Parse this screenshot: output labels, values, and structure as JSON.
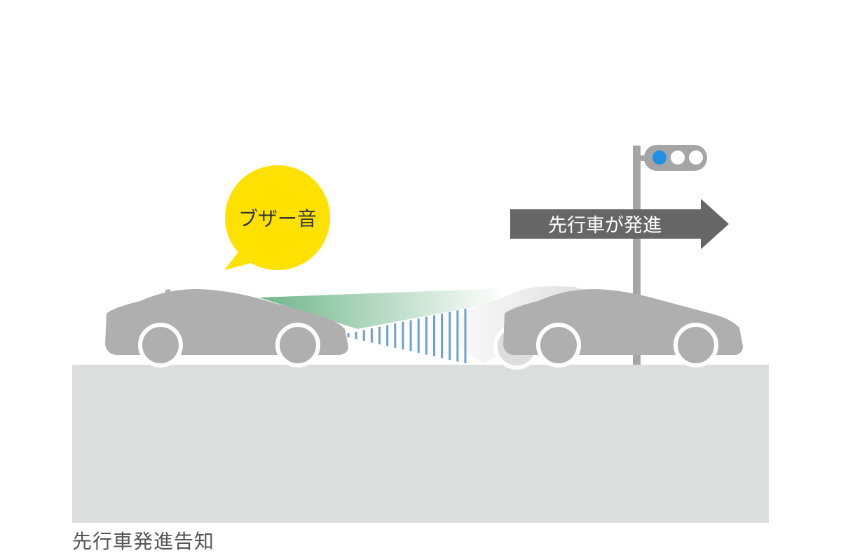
{
  "bubble": {
    "text": "ブザー音",
    "color": "#ffe100"
  },
  "arrow": {
    "text": "先行車が発進",
    "color": "#666666"
  },
  "traffic_light": {
    "lit_color": "#1e90e6",
    "lamps": [
      "blue-lit",
      "off",
      "off"
    ]
  },
  "caption": {
    "text": "先行車発進告知"
  },
  "colors": {
    "road": "#dcdddd",
    "car": "#afafaf",
    "wheel_rim": "#ffffff",
    "sensor_beam": "#7fbe9a",
    "sonar_bars": "#6a9fd8",
    "pole": "#a5a5a5"
  }
}
